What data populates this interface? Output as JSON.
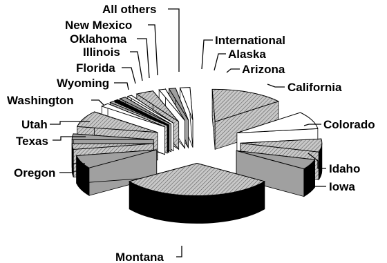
{
  "chart_data": {
    "type": "pie",
    "variant": "3d-exploded",
    "title": "",
    "slices": [
      {
        "label": "Montana",
        "value": 28.5,
        "style": "hatch"
      },
      {
        "label": "Oregon",
        "value": 6.0,
        "style": "gray"
      },
      {
        "label": "Texas",
        "value": 2.6,
        "style": "hatch"
      },
      {
        "label": "Utah",
        "value": 2.7,
        "style": "gray"
      },
      {
        "label": "Washington",
        "value": 7.4,
        "style": "hatch"
      },
      {
        "label": "Wyoming",
        "value": 1.6,
        "style": "white"
      },
      {
        "label": "Florida",
        "value": 0.7,
        "style": "hatch"
      },
      {
        "label": "Illinois",
        "value": 0.7,
        "style": "black"
      },
      {
        "label": "Oklahoma",
        "value": 1.2,
        "style": "gray"
      },
      {
        "label": "New Mexico",
        "value": 0.8,
        "style": "white"
      },
      {
        "label": "All others",
        "value": 3.2,
        "style": "hatch"
      },
      {
        "label": "International",
        "value": 1.2,
        "style": "white"
      },
      {
        "label": "Alaska",
        "value": 1.2,
        "style": "gray"
      },
      {
        "label": "Arizona",
        "value": 1.8,
        "style": "white"
      },
      {
        "label": "California",
        "value": 13.5,
        "style": "hatch"
      },
      {
        "label": "Colorado",
        "value": 8.0,
        "style": "white"
      },
      {
        "label": "Idaho",
        "value": 6.0,
        "style": "hatch"
      },
      {
        "label": "Iowa",
        "value": 4.6,
        "style": "gray"
      }
    ],
    "colors": {
      "hatch": "#c8c8c8",
      "gray": "#a0a0a0",
      "white": "#ffffff",
      "black": "#000000",
      "side": "#000000"
    }
  }
}
